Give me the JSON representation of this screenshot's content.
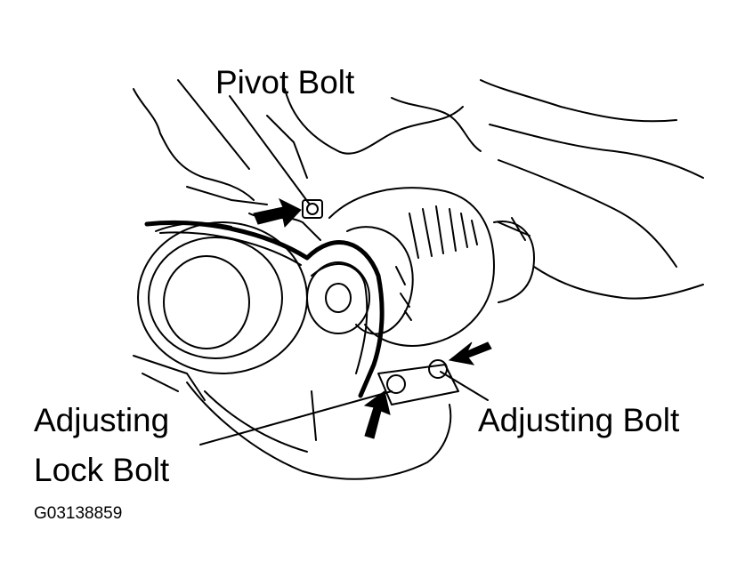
{
  "labels": {
    "pivot_bolt": "Pivot Bolt",
    "adjusting_bolt": "Adjusting Bolt",
    "adjusting_lock_bolt_line1": "Adjusting",
    "adjusting_lock_bolt_line2": "Lock Bolt",
    "figure_id": "G03138859"
  },
  "colors": {
    "ink": "#000000",
    "paper": "#ffffff"
  }
}
